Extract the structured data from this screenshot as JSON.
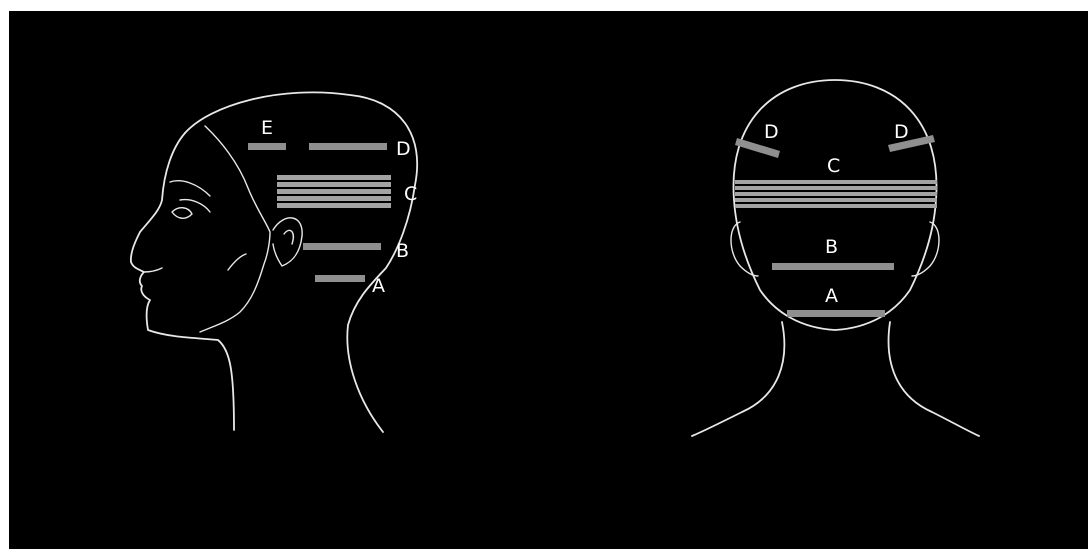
{
  "side_view": {
    "labels": {
      "a": "A",
      "b": "B",
      "c": "C",
      "d": "D",
      "e": "E"
    }
  },
  "back_view": {
    "labels": {
      "a": "A",
      "b": "B",
      "c": "C",
      "d_left": "D",
      "d_right": "D"
    }
  },
  "colors": {
    "background": "#000000",
    "outline": "#e8e8e8",
    "band": "#8f8f8f",
    "label": "#ffffff"
  }
}
